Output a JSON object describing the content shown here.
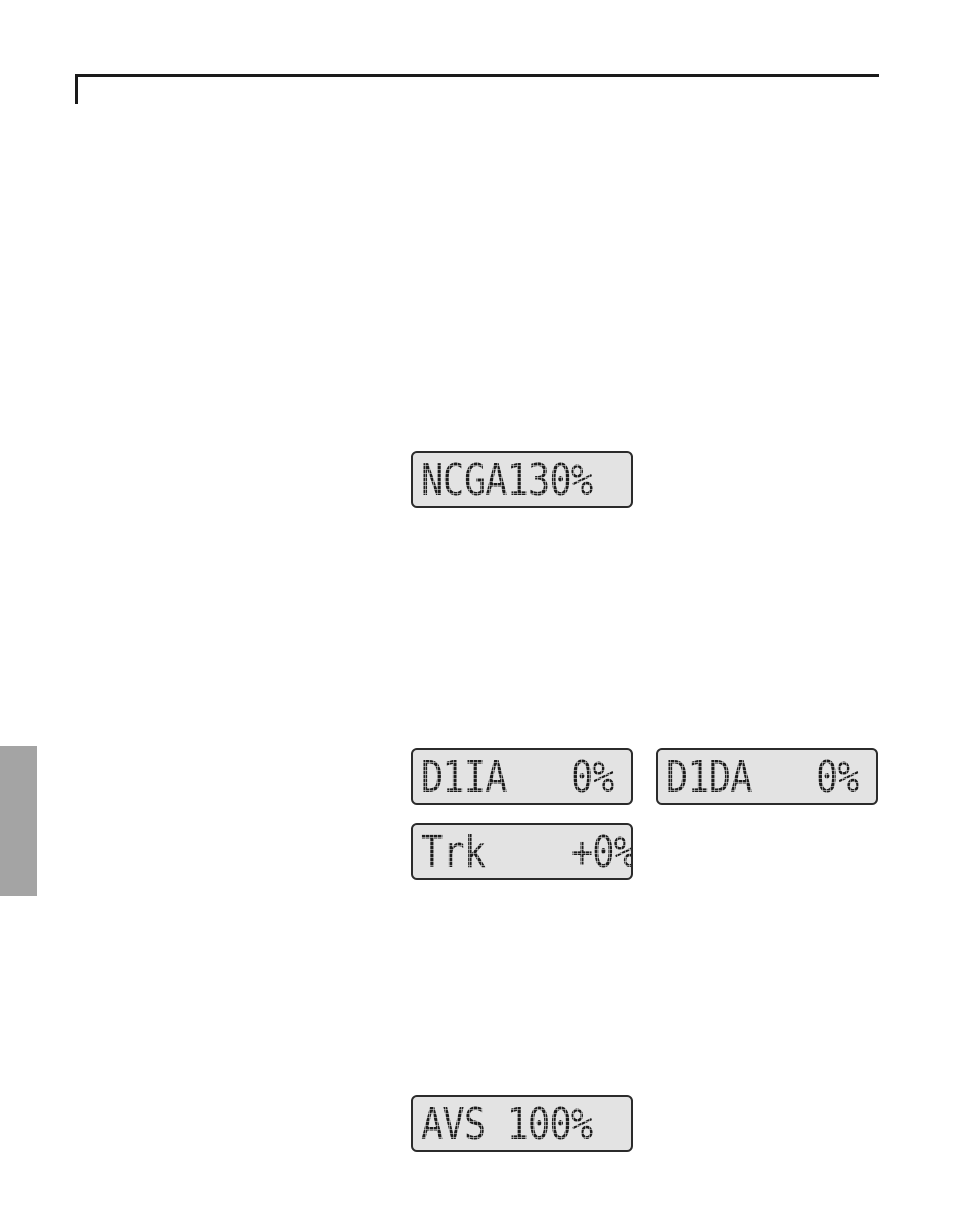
{
  "displays": {
    "ncga": "NCGA130%",
    "d1ia": "D1IA   0%",
    "d1da": "D1DA   0%",
    "trk": "Trk    +0%",
    "avs": "AVS 100%"
  }
}
